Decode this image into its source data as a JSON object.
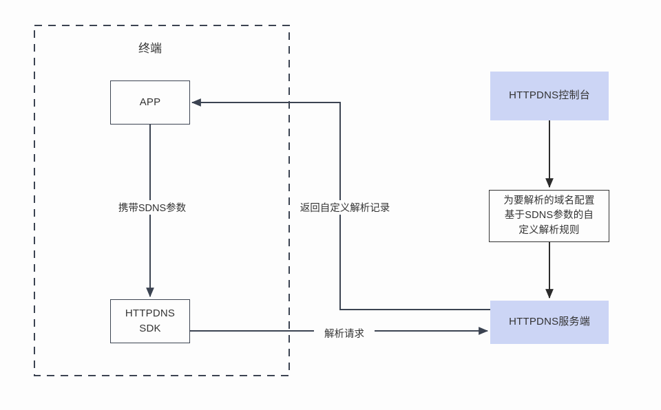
{
  "diagram": {
    "title_group": "终端",
    "background": "#fdfdfd",
    "accent_fill": "#ccd5f5",
    "stroke": "#3b4351",
    "text_color": "#333333",
    "groups": [
      {
        "name": "terminal-group",
        "label": "终端",
        "style": "dashed"
      }
    ],
    "nodes": [
      {
        "id": "app",
        "label": "APP",
        "style": "plain"
      },
      {
        "id": "sdk",
        "label": "HTTPDNS\nSDK",
        "style": "plain"
      },
      {
        "id": "console",
        "label": "HTTPDNS控制台",
        "style": "filled"
      },
      {
        "id": "rule",
        "label": "为要解析的域名配置\n基于SDNS参数的自\n定义解析规则",
        "style": "outlined"
      },
      {
        "id": "server",
        "label": "HTTPDNS服务端",
        "style": "filled"
      }
    ],
    "edges": [
      {
        "id": "app-to-sdk",
        "from": "app",
        "to": "sdk",
        "label": "携带SDNS参数"
      },
      {
        "id": "sdk-to-server",
        "from": "sdk",
        "to": "server",
        "label": "解析请求"
      },
      {
        "id": "server-to-app",
        "from": "server",
        "to": "app",
        "label": "返回自定义解析记录"
      },
      {
        "id": "console-to-rule",
        "from": "console",
        "to": "rule",
        "label": ""
      },
      {
        "id": "rule-to-server",
        "from": "rule",
        "to": "server",
        "label": ""
      }
    ]
  }
}
